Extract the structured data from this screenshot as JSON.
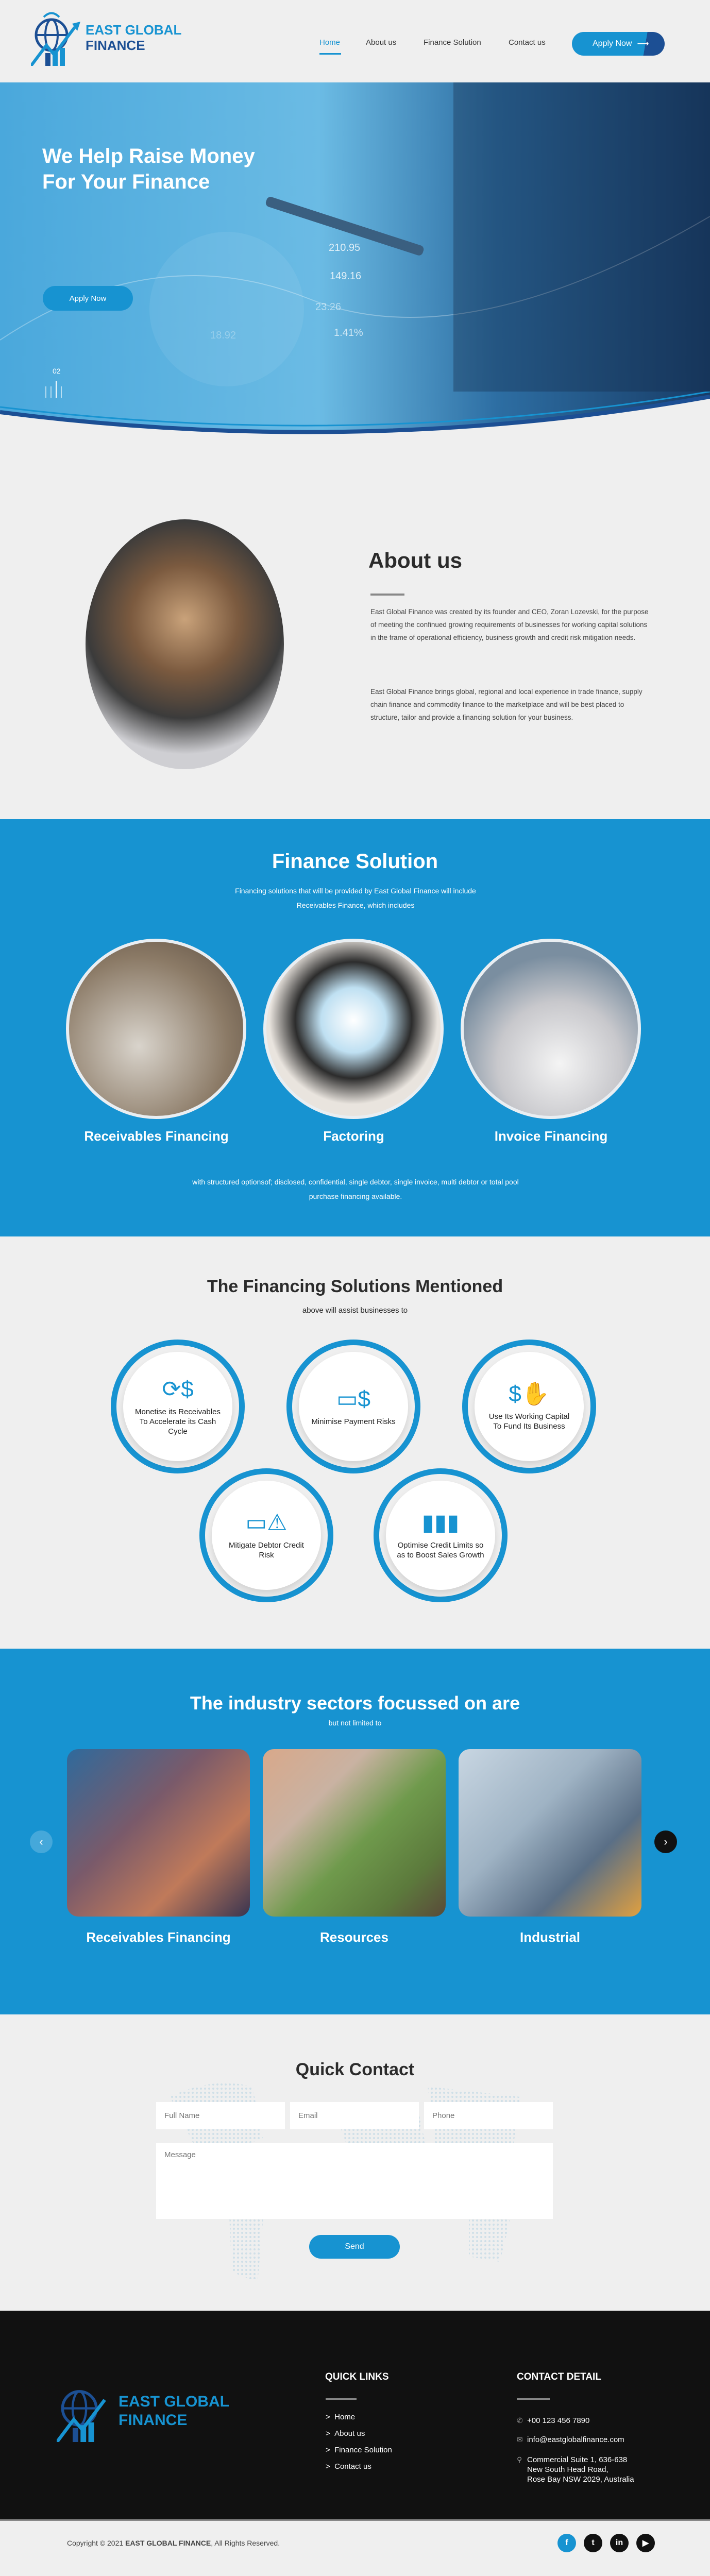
{
  "header": {
    "logo_line1": "EAST GLOBAL",
    "logo_line2": "FINANCE",
    "nav": [
      {
        "label": "Home",
        "active": true
      },
      {
        "label": "About us"
      },
      {
        "label": "Finance Solution"
      },
      {
        "label": "Contact us"
      }
    ],
    "apply_label": "Apply Now"
  },
  "hero": {
    "title_line1": "We Help Raise Money",
    "title_line2": "For Your Finance",
    "button": "Apply Now",
    "slide_number": "02",
    "bg_numbers": [
      "210.95",
      "149.16",
      "23.26",
      "1.41%",
      "18.92"
    ]
  },
  "about": {
    "title": "About us",
    "p1": "East Global Finance was created by its founder and CEO, Zoran Lozevski, for the purpose of meeting the confinued growing requirements of businesses for working capital solutions in the frame of operational efficiency, business growth and credit risk mitigation needs.",
    "p2": "East Global Finance brings global, regional and local experience in trade finance, supply chain finance and commodity finance to the marketplace and will be best placed to structure, tailor and provide a financing solution for your business."
  },
  "finance_solution": {
    "title": "Finance Solution",
    "subtitle": "Financing solutions that will be provided by East Global Finance will include Receivables Finance, which includes",
    "items": [
      {
        "label": "Receivables Financing"
      },
      {
        "label": "Factoring"
      },
      {
        "label": "Invoice Financing"
      }
    ],
    "note": "with structured optionsof; disclosed, confidential, single debtor, single invoice, multi debtor or total pool purchase financing available."
  },
  "mentioned": {
    "title": "The Financing Solutions Mentioned",
    "subtitle": "above will assist businesses to",
    "items": [
      {
        "label": "Monetise its Receivables To Accelerate its Cash Cycle",
        "icon": "money-cycle-icon"
      },
      {
        "label": "Minimise Payment Risks",
        "icon": "wallet-icon"
      },
      {
        "label": "Use Its Working Capital To Fund Its Business",
        "icon": "money-plant-icon"
      },
      {
        "label": "Mitigate Debtor Credit Risk",
        "icon": "credit-card-warning-icon"
      },
      {
        "label": "Optimise Credit Limits so as to Boost Sales Growth",
        "icon": "growth-chart-hand-icon"
      }
    ]
  },
  "industry": {
    "title": "The industry sectors focussed on are",
    "subtitle": "but not limited to",
    "cards": [
      {
        "label": "Receivables Financing"
      },
      {
        "label": "Resources"
      },
      {
        "label": "Industrial"
      }
    ],
    "prev": "‹",
    "next": "›"
  },
  "contact": {
    "title": "Quick Contact",
    "name_placeholder": "Full Name",
    "email_placeholder": "Email",
    "phone_placeholder": "Phone",
    "message_placeholder": "Message",
    "send": "Send"
  },
  "footer": {
    "quick_links_title": "QUICK LINKS",
    "links": [
      "Home",
      "About us",
      "Finance Solution",
      "Contact us"
    ],
    "contact_title": "CONTACT DETAIL",
    "phone": "+00 123 456 7890",
    "email": "info@eastglobalfinance.com",
    "address": [
      "Commercial Suite 1, 636-638",
      "New South Head Road,",
      "Rose Bay NSW 2029, Australia"
    ],
    "copyright_pre": "Copyright © 2021 ",
    "copyright_brand": "EAST GLOBAL FINANCE",
    "copyright_post": ", All Rights Reserved.",
    "social": [
      "facebook-icon",
      "twitter-icon",
      "linkedin-icon",
      "youtube-icon"
    ]
  },
  "colors": {
    "accent": "#1793d1",
    "dark_blue": "#1c4f94",
    "footer_bg": "#111111",
    "page_bg": "#efefef"
  }
}
